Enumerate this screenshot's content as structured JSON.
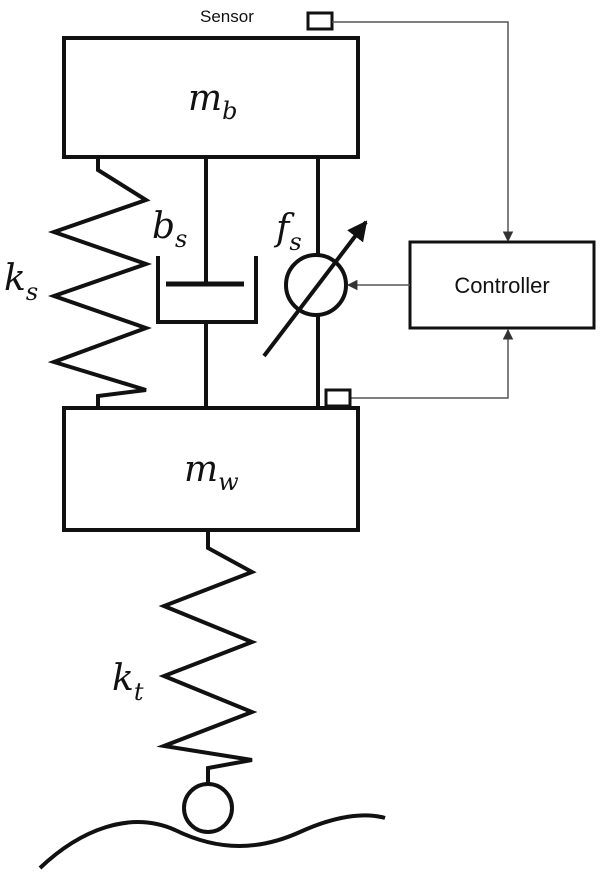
{
  "labels": {
    "sensor": "Sensor",
    "controller": "Controller",
    "body_mass": {
      "main": "m",
      "sub": "b"
    },
    "wheel_mass": {
      "main": "m",
      "sub": "w"
    },
    "suspension_spring": {
      "main": "k",
      "sub": "s"
    },
    "damper": {
      "main": "b",
      "sub": "s"
    },
    "actuator": {
      "main": "f",
      "sub": "s"
    },
    "tire_spring": {
      "main": "k",
      "sub": "t"
    }
  }
}
